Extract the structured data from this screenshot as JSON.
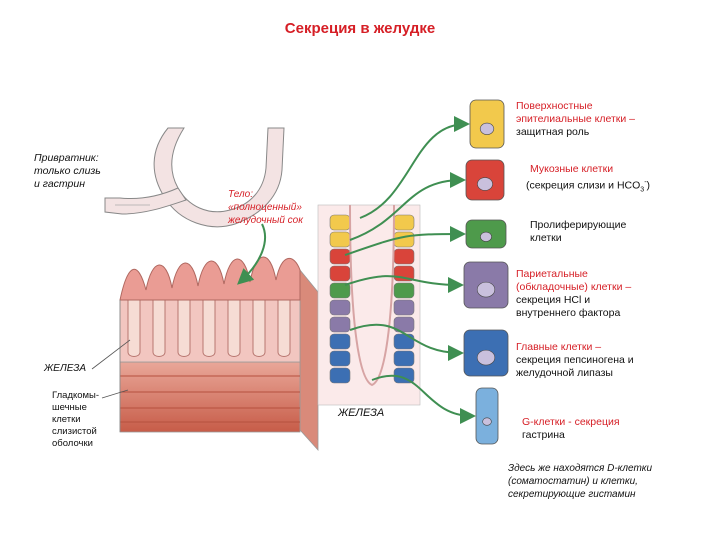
{
  "title": "Секреция в желудке",
  "left": {
    "pylorus_line1": "Привратник:",
    "pylorus_line2": "только слизь",
    "pylorus_line3": "и гастрин",
    "body_line1": "Тело:",
    "body_line2": "«полноценный»",
    "body_line3": "желудочный сок",
    "gland_label_left": "ЖЕЛЕЗА",
    "smooth_line1": "Гладкомы-",
    "smooth_line2": "шечные",
    "smooth_line3": "клетки",
    "smooth_line4": "слизистой",
    "smooth_line5": "оболочки",
    "gland_label_center": "ЖЕЛЕЗА"
  },
  "cells": [
    {
      "lines": [
        "Поверхностные",
        "эпителиальные клетки –",
        "защитная роль"
      ],
      "color": "#f2c94c"
    },
    {
      "lines": [
        "Мукозные клетки",
        "(секреция слизи и HCO"
      ],
      "sub": "3",
      "sup": "-",
      "tail": ")",
      "color": "#d9443a"
    },
    {
      "lines": [
        "Пролиферирующие",
        "клетки"
      ],
      "color": "#4e9a4b"
    },
    {
      "lines": [
        "Париетальные",
        "(обкладочные) клетки –",
        "секреция HCl и",
        "внутреннего фактора"
      ],
      "color": "#8a7aa8"
    },
    {
      "lines": [
        "Главные клетки –",
        "секреция пепсиногена и",
        "желудочной липазы"
      ],
      "color": "#3c6fb3"
    },
    {
      "lines": [
        "G-клетки - секреция",
        "гастрина"
      ],
      "color": "#7bb0dd"
    }
  ],
  "note": {
    "line1": "Здесь же находятся D-клетки",
    "line2": "(соматостатин) и клетки,",
    "line3": "секретирующие гистамин"
  },
  "colors": {
    "accent": "#d61f26",
    "arrow": "#3f8f52",
    "tissue_pink": "#e8a6a0",
    "muscle": "#c8654f"
  }
}
